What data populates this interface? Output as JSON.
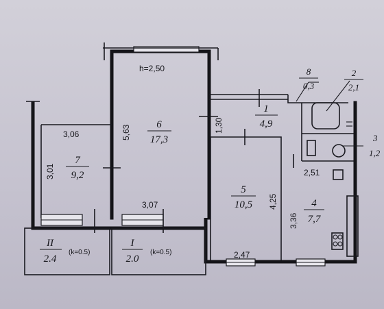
{
  "ceiling_height": "h=2,50",
  "rooms": [
    {
      "number": "6",
      "area": "17,3"
    },
    {
      "number": "7",
      "area": "9,2"
    },
    {
      "number": "1",
      "area": "4,9"
    },
    {
      "number": "5",
      "area": "10,5"
    },
    {
      "number": "4",
      "area": "7,7"
    },
    {
      "number": "8",
      "area": "0,3"
    },
    {
      "number": "2",
      "area": "2,1"
    },
    {
      "number": "3",
      "area": "1,2"
    }
  ],
  "balconies": [
    {
      "number": "II",
      "area": "2.4",
      "coef": "(k=0.5)"
    },
    {
      "number": "I",
      "area": "2.0",
      "coef": "(k=0.5)"
    }
  ],
  "dimensions": {
    "room7_width": "3,06",
    "room7_height": "3,01",
    "room6_height": "5,63",
    "room6_width": "3,07",
    "corridor_width": "1,30",
    "room5_height": "4,25",
    "room5_width": "2,47",
    "room4_width": "2,51",
    "room4_height": "3,36"
  },
  "colors": {
    "paper": "#c9c6d1",
    "ink": "#16161b"
  }
}
